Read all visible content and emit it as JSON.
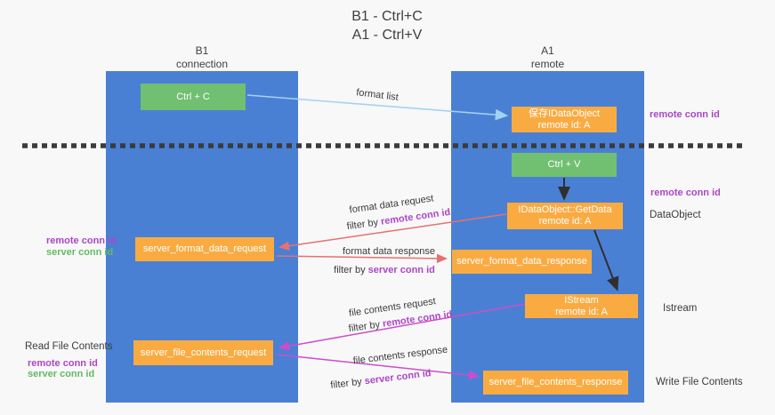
{
  "title": {
    "line1": "B1 - Ctrl+C",
    "line2": "A1 - Ctrl+V"
  },
  "columns": {
    "b1": {
      "title": "B1",
      "subtitle": "connection"
    },
    "a1": {
      "title": "A1",
      "subtitle": "remote"
    }
  },
  "boxes": {
    "ctrl_c": "Ctrl + C",
    "ctrl_v": "Ctrl + V",
    "save_dataobject_line1": "保存IDataObject",
    "save_dataobject_line2": "remote id: A",
    "getdata_line1": "IDataObject::GetData",
    "getdata_line2": "remote id: A",
    "istream_line1": "IStream",
    "istream_line2": "remote id: A",
    "server_format_data_request": "server_format_data_request",
    "server_format_data_response": "server_format_data_response",
    "server_file_contents_request": "server_file_contents_request",
    "server_file_contents_response": "server_file_contents_response"
  },
  "arrow_labels": {
    "format_list": "format list",
    "format_data_request": "format data request",
    "format_data_response": "format data response",
    "file_contents_request": "file contents request",
    "file_contents_response": "file contents response",
    "filter_by": "filter by ",
    "remote_conn_id": "remote conn id",
    "server_conn_id": "server conn id"
  },
  "side_labels": {
    "remote_conn_id": "remote conn id",
    "server_conn_id": "server conn id",
    "dataobject": "DataObject",
    "istream": "Istream",
    "read_file_contents": "Read File Contents",
    "write_file_contents": "Write File Contents"
  },
  "colors": {
    "column_blue": "#4a80d4",
    "box_green": "#71bf71",
    "box_orange": "#f9ab42",
    "arrow_red": "#e87070",
    "arrow_magenta": "#cc4dcc",
    "arrow_lightblue": "#a5d2ef",
    "arrow_black": "#2f2f2f",
    "text_purple": "#ab47c6",
    "text_green": "#62bb62",
    "text_dark": "#3c3c3c",
    "background": "#f8f8f8"
  }
}
